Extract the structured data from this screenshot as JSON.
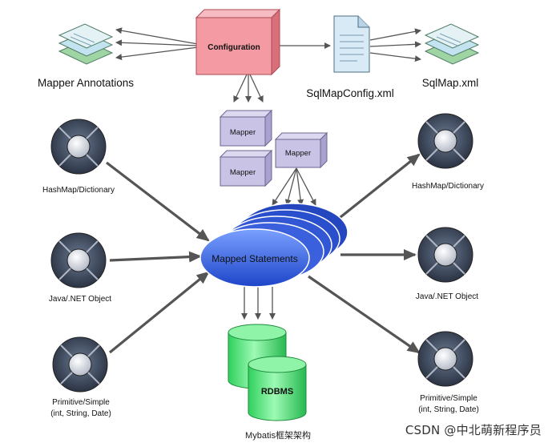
{
  "colors": {
    "configuration_fill": "#f49aa2",
    "mapper_fill": "#c9c3e6",
    "statements_fill": "#2f58d6",
    "rdbms_fill": "#56e07a",
    "ring_fill": "#3f4b5e",
    "document_fill": "#d7eaf6",
    "arrow": "#555555"
  },
  "top": {
    "configuration_label": "Configuration",
    "mapper_annotations_label": "Mapper Annotations",
    "sqlmapconfig_label": "SqlMapConfig.xml",
    "sqlmap_label": "SqlMap.xml",
    "mapper_labels": [
      "Mapper",
      "Mapper",
      "Mapper"
    ]
  },
  "center": {
    "mapped_statements_label": "Mapped Statements",
    "rdbms_label": "RDBMS"
  },
  "left_types": [
    {
      "line1": "HashMap/Dictionary",
      "line2": ""
    },
    {
      "line1": "Java/.NET Object",
      "line2": ""
    },
    {
      "line1": "Primitive/Simple",
      "line2": "(int, String, Date)"
    }
  ],
  "right_types": [
    {
      "line1": "HashMap/Dictionary",
      "line2": ""
    },
    {
      "line1": "Java/.NET Object",
      "line2": ""
    },
    {
      "line1": "Primitive/Simple",
      "line2": "(int, String, Date)"
    }
  ],
  "caption": "Mybatis框架架构",
  "watermark": "CSDN @中北萌新程序员"
}
